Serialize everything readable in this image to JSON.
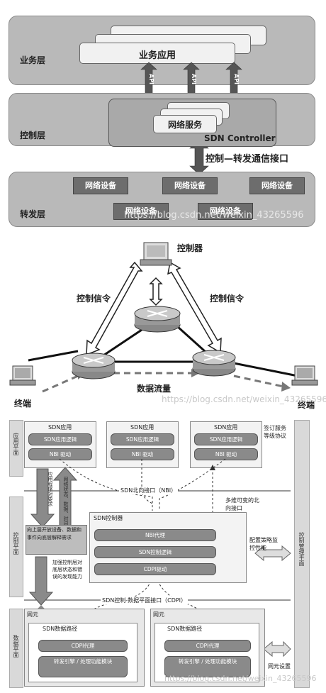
{
  "panel1": {
    "app_layer_label": "业务层",
    "control_layer_label": "控制层",
    "forward_layer_label": "转发层",
    "business_app": "业务应用",
    "api_label": "API",
    "network_service": "网络服务",
    "sdn_controller": "SDN Controller",
    "interface_label": "控制—转发通信接口",
    "devices": [
      "网络设备",
      "网络设备",
      "网络设备",
      "网络设备",
      "网络设备"
    ],
    "watermark": "https://blog.csdn.net/weixin_43265596"
  },
  "panel2": {
    "controller_label": "控制器",
    "signal_left": "控制信令",
    "signal_right": "控制信令",
    "data_flow": "数据流量",
    "terminal_left": "终端",
    "terminal_right": "终端",
    "watermark": "https://blog.csdn.net/weixin_43265596"
  },
  "panel3": {
    "app_plane": "应用平面",
    "control_plane": "控制平面",
    "data_plane": "数据平面",
    "mgmt_plane": "控制管理平面",
    "sdn_app": "SDN应用",
    "app_logic": "SDN应用逻辑",
    "nbi_driver": "NBI 驱动",
    "sla_label": "签订服务等级协议",
    "nbi_interface": "SDN北向接口（NBI）",
    "app_requirement": "应用程序对要求",
    "net_status": "网络状态、数据、时间",
    "multi_nbi": "多维可变的北向接口",
    "sdn_controller": "SDN控制器",
    "nbi_agent": "NBI代理",
    "control_logic": "SDN控制逻辑",
    "cdpi_driver": "CDPI驱动",
    "open_devices": "向上层开放设备、数据和事件向底层解释需求",
    "config_policy": "配置策略监控性能",
    "enhance_control": "加强控制层对底层状态和错误的发现能力",
    "cdpi_interface": "SDN控制-数据平面接口（CDPI）",
    "network_element": "网元",
    "datapath": "SDN数据路径",
    "cdpi_agent": "CDPI代理",
    "forward_engine": "转发引擎 / 处理功能模块",
    "ne_setup": "网元设置",
    "watermark": "https://blog.csdn.net/weixin_43265596"
  }
}
